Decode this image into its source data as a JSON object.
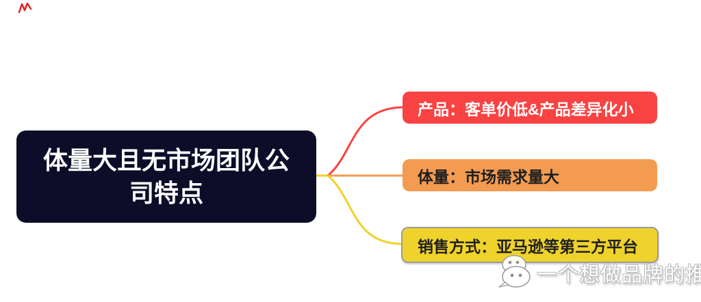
{
  "page": {
    "background": "#ffffff"
  },
  "corner_mark": {
    "icon": "red-zigzag-mark",
    "color": "#e02424"
  },
  "root_node": {
    "title": "体量大且无市场团队公司特点",
    "title_lines": [
      "体量大且无市场团队公",
      "司特点"
    ],
    "bg_color": "#0d0d29",
    "text_color": "#ffffff"
  },
  "branches": [
    {
      "label": "产品：客单价低&产品差异化小",
      "bg_color": "#f94342",
      "text_color": "#ffffff",
      "line_color": "#f94342"
    },
    {
      "label": "体量：市场需求量大",
      "bg_color": "#f39b51",
      "text_color": "#1f1f1f",
      "line_color": "#f39b51"
    },
    {
      "label": "销售方式：亚马逊等第三方平台",
      "bg_color": "#efd22b",
      "text_color": "#1f1f1f",
      "border_color": "#9b9b9b",
      "line_color": "#efd22b"
    }
  ],
  "watermark": {
    "icon": "wechat-icon",
    "text": "一个想做品牌的推广"
  }
}
